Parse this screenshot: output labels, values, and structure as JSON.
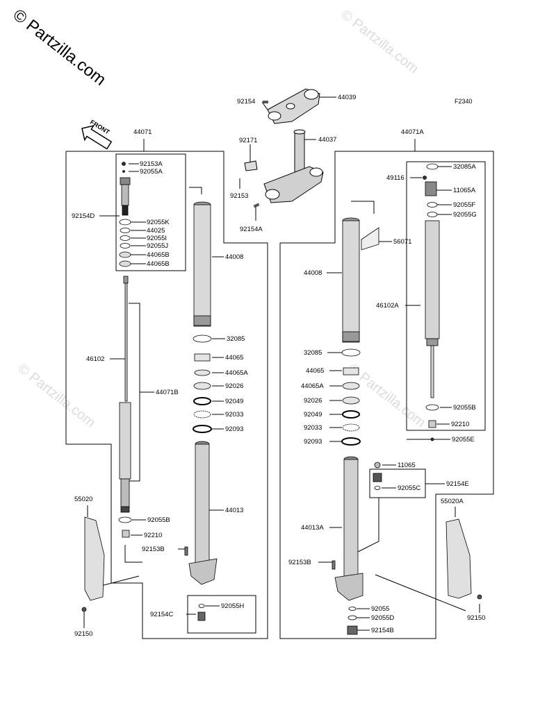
{
  "figure_code": "F2340",
  "watermark_main": "© Partzilla.com",
  "watermark_faint": "© Partzilla.com",
  "front_label": "FRONT",
  "parts": {
    "p44039": "44039",
    "p92154_top": "92154",
    "p92171": "92171",
    "p44037": "44037",
    "p92153": "92153",
    "p92154A_top": "92154A",
    "p44071": "44071",
    "p44071A": "44071A",
    "p92153A": "92153A",
    "p92055A": "92055A",
    "p92154D": "92154D",
    "p92055K": "92055K",
    "p44025": "44025",
    "p92055I": "92055I",
    "p92055J": "92055J",
    "p44065B_1": "44065B",
    "p44065B_2": "44065B",
    "p44008_L": "44008",
    "p32085_L": "32085",
    "p44065_L": "44065",
    "p44065A_L": "44065A",
    "p92026_L": "92026",
    "p92049_L": "92049",
    "p92033_L": "92033",
    "p92093_L": "92093",
    "p46102_L": "46102",
    "p44071B": "44071B",
    "p44013": "44013",
    "p55020": "55020",
    "p92055B_L": "92055B",
    "p92210_L": "92210",
    "p92153B_L": "92153B",
    "p92154C": "92154C",
    "p92055H": "92055H",
    "p92150_L": "92150",
    "p32085A": "32085A",
    "p49116": "49116",
    "p11065A": "11065A",
    "p92055F": "92055F",
    "p92055G": "92055G",
    "p56071": "56071",
    "p44008_R": "44008",
    "p46102A": "46102A",
    "p32085_R": "32085",
    "p44065_R": "44065",
    "p44065A_R": "44065A",
    "p92026_R": "92026",
    "p92049_R": "92049",
    "p92033_R": "92033",
    "p92093_R": "92093",
    "p92055B_R": "92055B",
    "p92210_R": "92210",
    "p92055E": "92055E",
    "p11065": "11065",
    "p92154E": "92154E",
    "p92055C": "92055C",
    "p44013A": "44013A",
    "p55020A": "55020A",
    "p92153B_R": "92153B",
    "p92055": "92055",
    "p92055D": "92055D",
    "p92154B": "92154B",
    "p92150_R": "92150"
  }
}
